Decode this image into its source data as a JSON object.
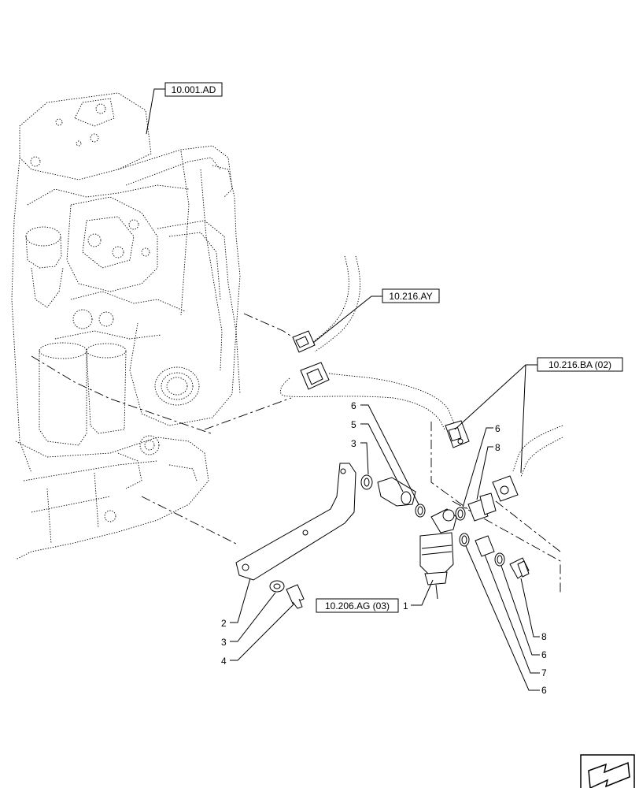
{
  "references": {
    "engine": "10.001.AD",
    "return_line": "10.216.AY",
    "supply_line": "10.216.BA (02)",
    "filter": "10.206.AG (03)"
  },
  "callouts": {
    "filter": "1",
    "bracket": "2",
    "washer_bolt": "3",
    "bolt": "4",
    "washer_stud": "3",
    "stud": "5",
    "seal_top_left": "6",
    "seal_top_right": "6",
    "union_top": "8",
    "union_bottom": "8",
    "seal_bottom_1": "6",
    "adapter": "7",
    "seal_bottom_2": "6"
  },
  "icons": {
    "nav": "previous-page-arrow-icon"
  }
}
